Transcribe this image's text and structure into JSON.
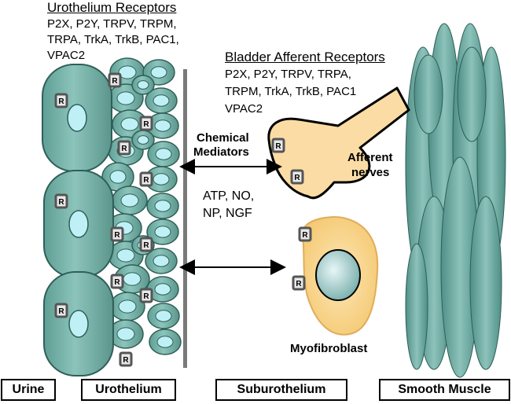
{
  "urothelium_receptors": {
    "heading": "Urothelium Receptors",
    "lines": [
      "P2X, P2Y, TRPV, TRPM,",
      "TRPA, TrkA, TrkB, PAC1,",
      "VPAC2"
    ]
  },
  "afferent_receptors": {
    "heading": "Bladder Afferent Receptors",
    "lines": [
      "P2X, P2Y, TRPV, TRPA,",
      "TRPM, TrkA, TrkB, PAC1",
      "VPAC2"
    ]
  },
  "mediators": {
    "title_line1": "Chemical",
    "title_line2": "Mediators",
    "line1": "ATP, NO,",
    "line2": "NP, NGF"
  },
  "afferent_nerves": {
    "line1": "Afferent",
    "line2": "nerves"
  },
  "myofibroblast": "Myofibroblast",
  "receptor_symbol": "R",
  "regions": [
    "Urine",
    "Urothelium",
    "Suburothelium",
    "Smooth Muscle"
  ],
  "colors": {
    "cell_fill": "#78b3aa",
    "cell_stroke": "#2f5f58",
    "nucleus": "#bff0f5",
    "nerve_fill": "#fbdca5",
    "myo_fill": "#f9d592",
    "muscle_fill": "#7fb5ad",
    "membrane": "#7a7a7a"
  }
}
